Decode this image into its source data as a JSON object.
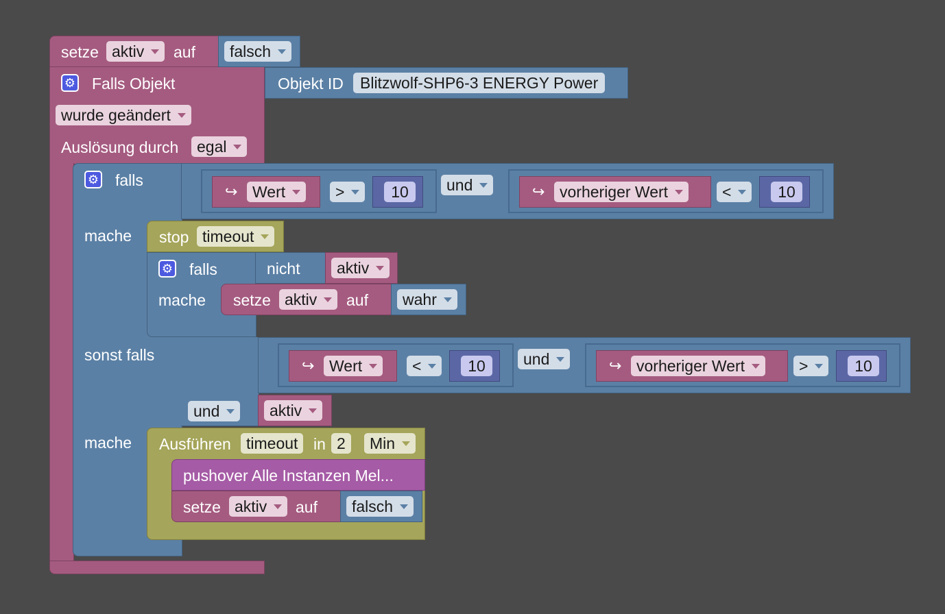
{
  "set_top": {
    "label": "setze",
    "var": "aktiv",
    "to": "auf",
    "value": "falsch"
  },
  "trigger": {
    "label": "Falls Objekt",
    "objid_label": "Objekt ID",
    "objid_value": "Blitzwolf-SHP6-3 ENERGY  Power",
    "condition": "wurde geändert",
    "source_label": "Auslösung durch",
    "source_value": "egal"
  },
  "if_block": {
    "falls": "falls",
    "mache": "mache",
    "sonst_falls": "sonst falls",
    "cond1": {
      "left_hook": "↪",
      "left_name": "Wert",
      "op1": ">",
      "num1": "10",
      "join": "und",
      "right_hook": "↪",
      "right_name": "vorheriger Wert",
      "op2": "<",
      "num2": "10"
    },
    "cond2": {
      "left_hook": "↪",
      "left_name": "Wert",
      "op1": "<",
      "num1": "10",
      "join": "und",
      "right_hook": "↪",
      "right_name": "vorheriger Wert",
      "op2": ">",
      "num2": "10",
      "join2": "und",
      "var2": "aktiv"
    }
  },
  "stop": {
    "label": "stop",
    "value": "timeout"
  },
  "inner_if": {
    "falls": "falls",
    "nicht": "nicht",
    "var": "aktiv",
    "mache": "mache",
    "set_label": "setze",
    "set_var": "aktiv",
    "set_to": "auf",
    "set_value": "wahr"
  },
  "timeout": {
    "label": "Ausführen",
    "name": "timeout",
    "in": "in",
    "amount": "2",
    "unit": "Min",
    "pushover": "pushover Alle Instanzen Mel...",
    "set_label": "setze",
    "set_var": "aktiv",
    "set_to": "auf",
    "set_value": "falsch"
  },
  "colors": {
    "variables": "#a55b80",
    "logic": "#5b80a5",
    "timeouts": "#a5a55b",
    "pushover": "#a55ba5",
    "numbers": "#5b67a5",
    "workspace": "#4a4a4a"
  }
}
